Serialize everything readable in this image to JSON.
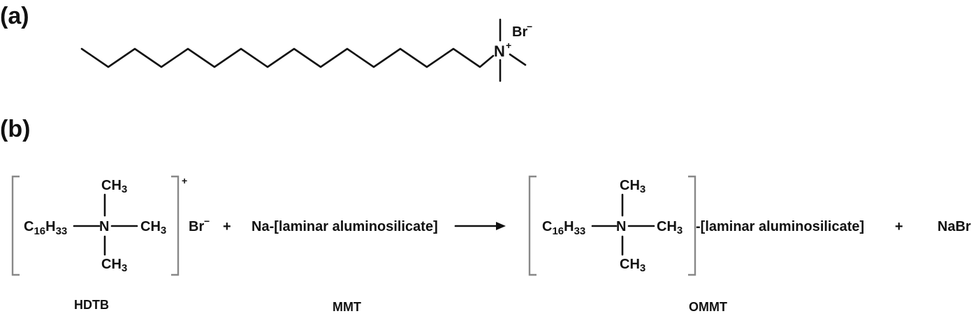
{
  "panel_a": {
    "label": "(a)",
    "cation_atom": "N",
    "cation_charge": "+",
    "counter_ion": "Br",
    "counter_charge": "−"
  },
  "panel_b": {
    "label": "(b)",
    "reactant1": {
      "carbon": "C",
      "carbon_sub": "16",
      "hydrogen": "H",
      "hydrogen_sub": "33",
      "nitrogen": "N",
      "methyl_top": "CH",
      "methyl_top_sub": "3",
      "methyl_right": "CH",
      "methyl_right_sub": "3",
      "methyl_bottom": "CH",
      "methyl_bottom_sub": "3",
      "charge": "+",
      "counter_ion": "Br",
      "counter_charge": "−",
      "name": "HDTB"
    },
    "plus1": "+",
    "reactant2": {
      "formula": "Na-[laminar aluminosilicate]",
      "name": "MMT"
    },
    "product1": {
      "carbon": "C",
      "carbon_sub": "16",
      "hydrogen": "H",
      "hydrogen_sub": "33",
      "nitrogen": "N",
      "methyl_top": "CH",
      "methyl_top_sub": "3",
      "methyl_right": "CH",
      "methyl_right_sub": "3",
      "methyl_bottom": "CH",
      "methyl_bottom_sub": "3",
      "suffix": "-[laminar aluminosilicate]",
      "name": "OMMT"
    },
    "plus2": "+",
    "product2": {
      "formula": "NaBr"
    }
  }
}
